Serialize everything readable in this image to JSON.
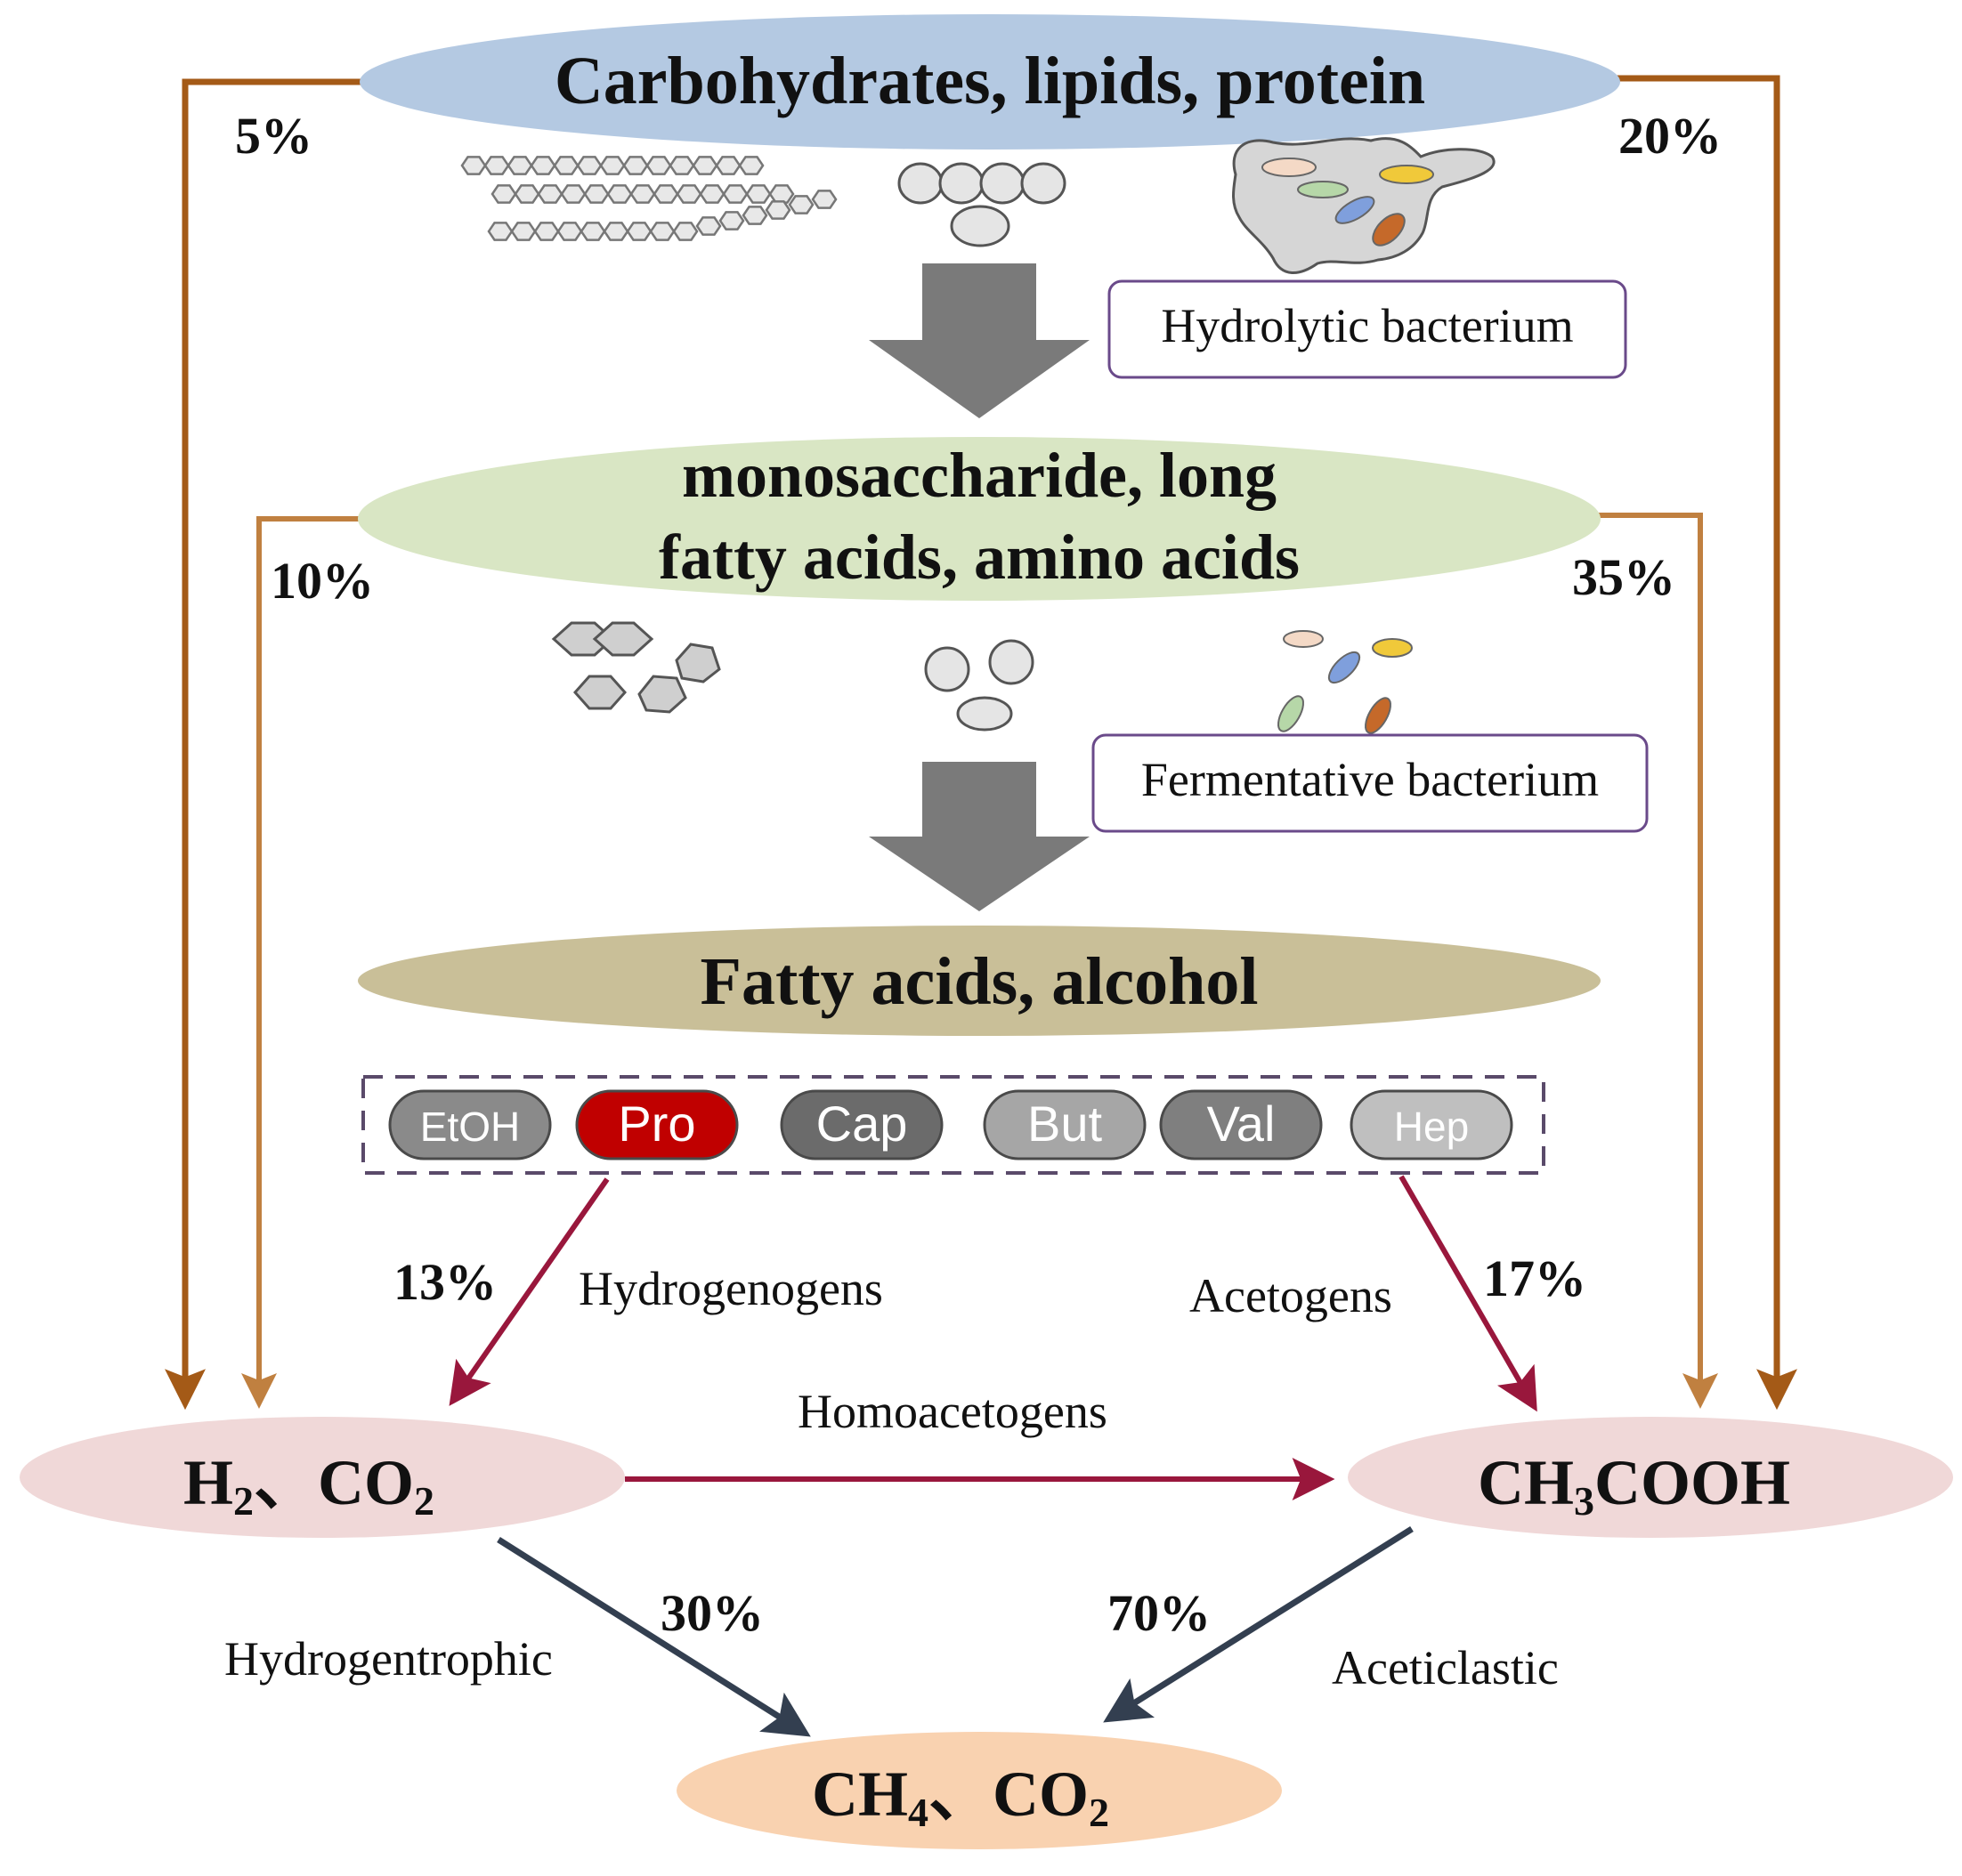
{
  "stages": {
    "top": "Carbohydrates, lipids, protein",
    "middle_line1": "monosaccharide, long",
    "middle_line2": "fatty acids, amino acids",
    "lower": "Fatty acids, alcohol"
  },
  "products": {
    "h2co2_a": "H",
    "h2co2_a_sub": "2",
    "h2co2_b": "、CO",
    "h2co2_b_sub": "2",
    "acetic_a": "CH",
    "acetic_a_sub": "3",
    "acetic_b": "COOH",
    "methane_a": "CH",
    "methane_a_sub": "4",
    "methane_b": "、CO",
    "methane_b_sub": "2"
  },
  "bacteria": {
    "hydrolytic": "Hydrolytic bacterium",
    "fermentative": "Fermentative bacterium"
  },
  "pills": [
    {
      "label": "EtOH",
      "color": "#8a8a8a"
    },
    {
      "label": "Pro",
      "color": "#c00000"
    },
    {
      "label": "Cap",
      "color": "#6b6b6b"
    },
    {
      "label": "But",
      "color": "#a6a6a6"
    },
    {
      "label": "Val",
      "color": "#7f7f7f"
    },
    {
      "label": "Hep",
      "color": "#bfbfbf"
    }
  ],
  "percentages": {
    "p5": "5%",
    "p20": "20%",
    "p10": "10%",
    "p35": "35%",
    "p13": "13%",
    "p17": "17%",
    "p30": "30%",
    "p70": "70%"
  },
  "organisms": {
    "hydrogenogens": "Hydrogenogens",
    "acetogens": "Acetogens",
    "homoacetogens": "Homoacetogens",
    "hydrogentrophic": "Hydrogentrophic",
    "aceticlastic": "Aceticlastic"
  },
  "colors": {
    "top_ellipse": "#b4c9e2",
    "middle_ellipse": "#d9e6c4",
    "lower_ellipse": "#c9bf98",
    "product_ellipse": "#f0d8d8",
    "methane_ellipse": "#f9d2b0",
    "outer_arrow": "#a45a17",
    "inner_arrow": "#c08040",
    "red_arrow": "#99173c",
    "dark_arrow": "#333f50",
    "gray_arrow": "#7a7a7a"
  }
}
